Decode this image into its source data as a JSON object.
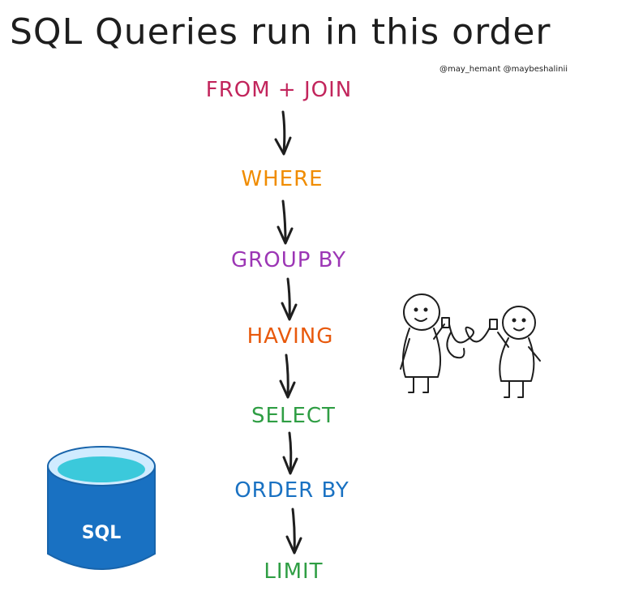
{
  "title": "SQL Queries run in this order",
  "credit": "@may_hemant @maybeshalinii",
  "steps": [
    {
      "label": "FROM + JOIN",
      "color": "#c2255c"
    },
    {
      "label": "WHERE",
      "color": "#f08c00"
    },
    {
      "label": "GROUP BY",
      "color": "#9c36b5"
    },
    {
      "label": "HAVING",
      "color": "#e8590c"
    },
    {
      "label": "SELECT",
      "color": "#2f9e44"
    },
    {
      "label": "ORDER BY",
      "color": "#1971c2"
    },
    {
      "label": "LIMIT",
      "color": "#2f9e44"
    }
  ],
  "database_icon": {
    "label": "SQL",
    "color": "#1971c2",
    "fill_color": "#3bc9db"
  },
  "illustration": "two-people-talking-on-tin-can-phone"
}
